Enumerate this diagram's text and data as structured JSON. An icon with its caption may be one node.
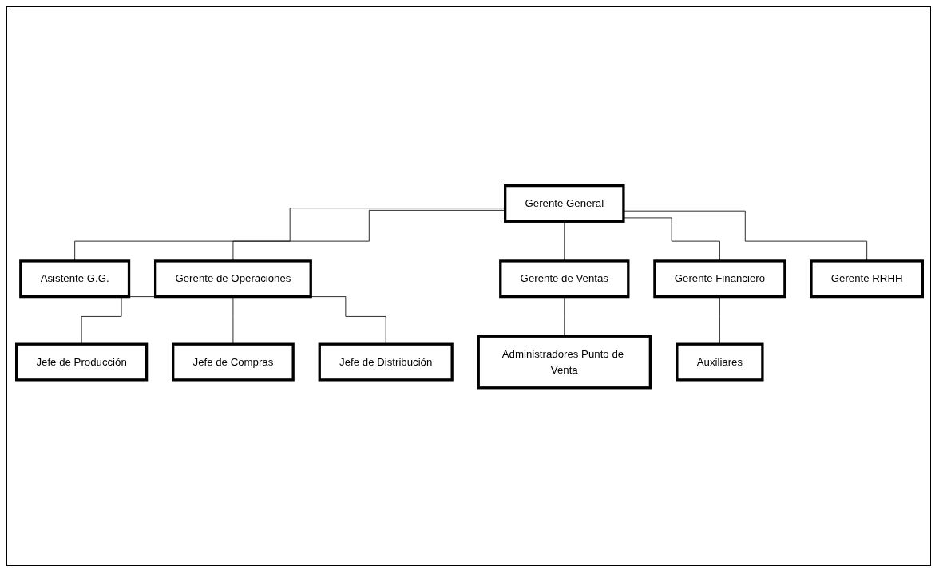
{
  "diagram": {
    "nodes": [
      {
        "text": [
          "Gerente General"
        ]
      },
      {
        "text": [
          "Asistente G.G."
        ]
      },
      {
        "text": [
          "Gerente de Operaciones"
        ]
      },
      {
        "text": [
          "Gerente de Ventas"
        ]
      },
      {
        "text": [
          "Gerente Financiero"
        ]
      },
      {
        "text": [
          "Gerente RRHH"
        ]
      },
      {
        "text": [
          "Jefe de Producción"
        ]
      },
      {
        "text": [
          "Jefe de Compras"
        ]
      },
      {
        "text": [
          "Jefe de Distribución"
        ]
      },
      {
        "text": [
          "Administradores Punto de Venta"
        ]
      },
      {
        "text": [
          "Auxiliares"
        ]
      }
    ],
    "edges": [
      {
        "from": 0,
        "to": 1,
        "arrow": "none"
      },
      {
        "from": 0,
        "to": 2,
        "arrow": "none"
      },
      {
        "from": 0,
        "to": 3,
        "arrow": "none"
      },
      {
        "from": 0,
        "to": 4,
        "arrow": "none"
      },
      {
        "from": 0,
        "to": 5,
        "arrow": "none"
      },
      {
        "from": 2,
        "to": 6,
        "arrow": "none"
      },
      {
        "from": 2,
        "to": 7,
        "arrow": "none"
      },
      {
        "from": 2,
        "to": 8,
        "arrow": "none"
      },
      {
        "from": 3,
        "to": 9,
        "arrow": "none"
      },
      {
        "from": 4,
        "to": 10,
        "arrow": "none"
      }
    ]
  }
}
